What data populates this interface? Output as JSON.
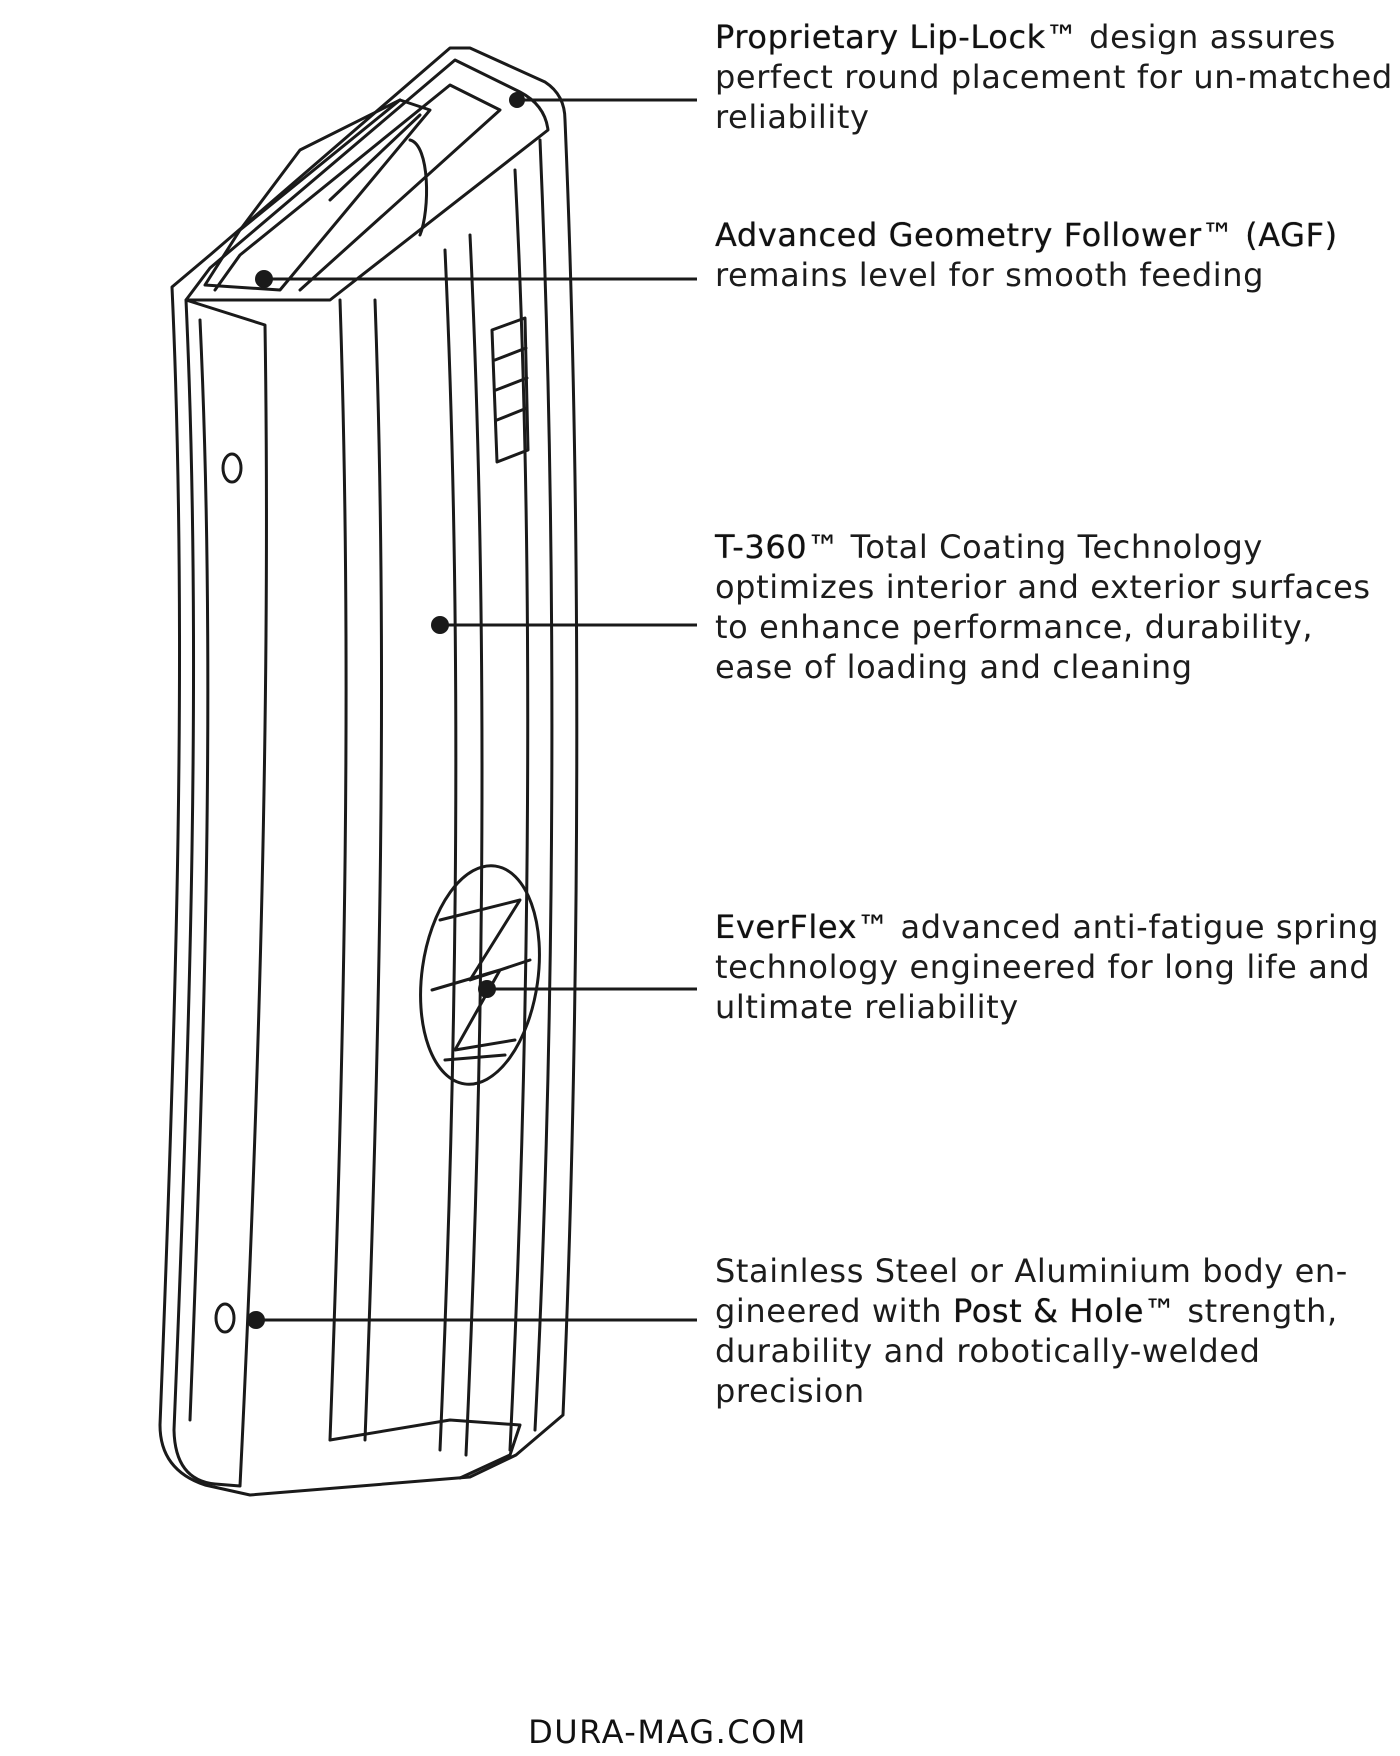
{
  "callouts": {
    "lip_lock": {
      "name": "Proprietary Lip-Lock™",
      "text": " design assures perfect round placement for un-matched reliability"
    },
    "agf": {
      "name": "Advanced Geometry Follower™ (AGF)",
      "text": " remains level for smooth feeding"
    },
    "t360": {
      "name": "T-360™",
      "text": " Total Coating Technology optimizes interior and exterior surfaces to enhance performance, durability, ease of loading and cleaning"
    },
    "everflex": {
      "name": "EverFlex™",
      "text": " advanced anti-fatigue spring technology engineered for long life and ultimate reliability"
    },
    "body": {
      "text_before": "Stainless Steel or Aluminium body en-gineered with ",
      "name": "Post & Hole™",
      "text_after": " strength, durability and robotically-welded precision"
    }
  },
  "footer": {
    "url": "DURA-MAG.COM"
  },
  "colors": {
    "line": "#1a1a1a",
    "background": "#ffffff"
  }
}
